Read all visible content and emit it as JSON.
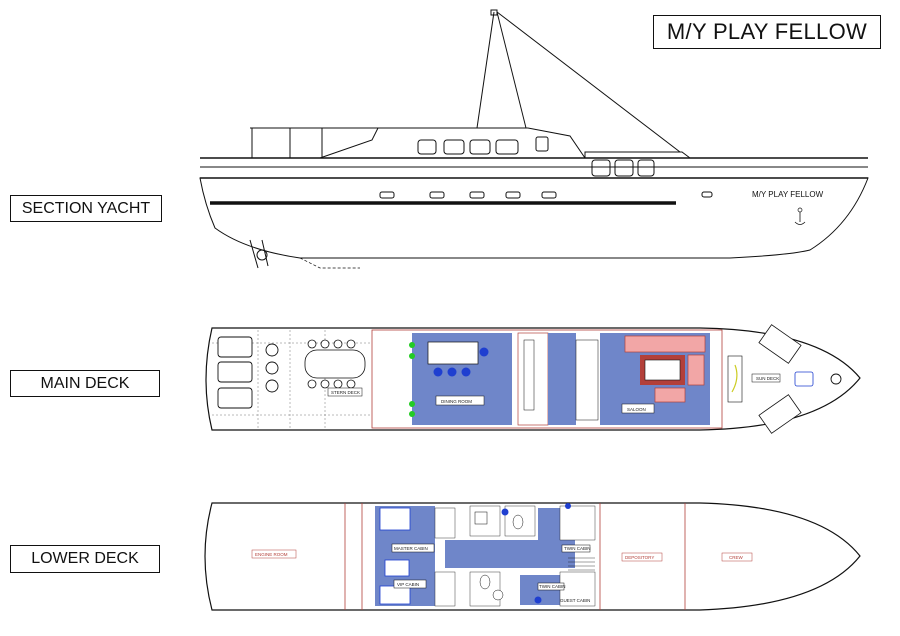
{
  "title": "M/Y PLAY FELLOW",
  "labels": {
    "section": "SECTION YACHT",
    "main": "MAIN DECK",
    "lower": "LOWER DECK"
  },
  "hull_name": "M/Y PLAY FELLOW",
  "main_deck_rooms": {
    "stern_deck": "STERN DECK",
    "dining_room": "DINING ROOM",
    "saloon": "SALOON",
    "sun_deck": "SUN DECK"
  },
  "lower_deck_rooms": {
    "engine_room": "ENGINE ROOM",
    "master_cabin": "MASTER CABIN",
    "vip_cabin": "VIP CABIN",
    "twin_cabin_1": "TWIN CABIN",
    "twin_cabin_2": "TWIN CABIN",
    "guest_cabin": "GUEST CABIN",
    "depository": "DEPOSITORY",
    "crew": "CREW"
  },
  "colors": {
    "floor_blue": "#6f86c9",
    "wall_red": "#b3403a",
    "ink": "#111111",
    "furniture_blue": "#1f3fd0",
    "green_light": "#22cc22",
    "sofa_pink": "#f2a6a6"
  }
}
